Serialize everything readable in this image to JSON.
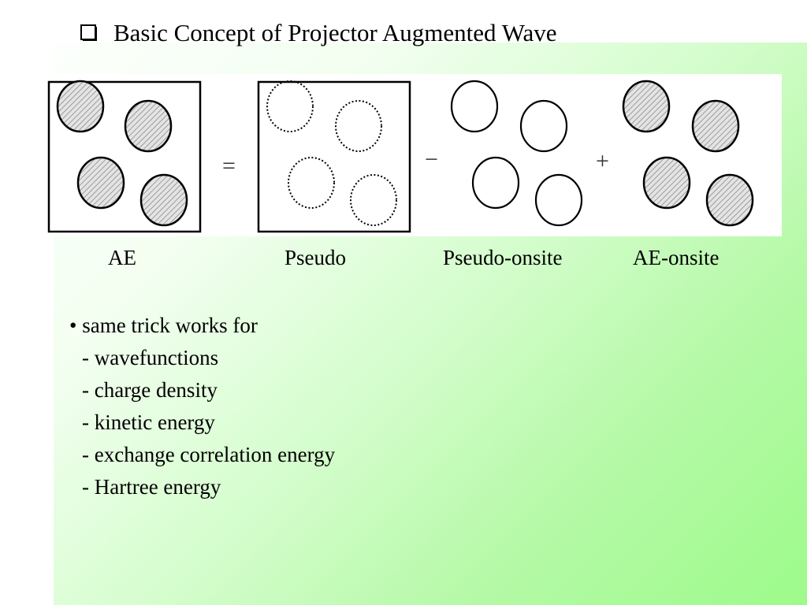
{
  "slide": {
    "title": "Basic Concept of Projector Augmented Wave",
    "title_icon": "checkbox-bullet-icon"
  },
  "diagram": {
    "operators": {
      "equals": "=",
      "minus": "−",
      "plus": "+"
    },
    "labels": [
      "AE",
      "Pseudo",
      "Pseudo-onsite",
      "AE-onsite"
    ]
  },
  "bullets": {
    "heading": "• same trick works for",
    "items": [
      "- wavefunctions",
      "- charge density",
      "- kinetic energy",
      "- exchange correlation energy",
      "- Hartree energy"
    ]
  },
  "colors": {
    "gradient_light": "#ffffff",
    "gradient_green": "#9dfb8a",
    "hatch_fill": "#d0d0d0",
    "ink": "#000000"
  }
}
